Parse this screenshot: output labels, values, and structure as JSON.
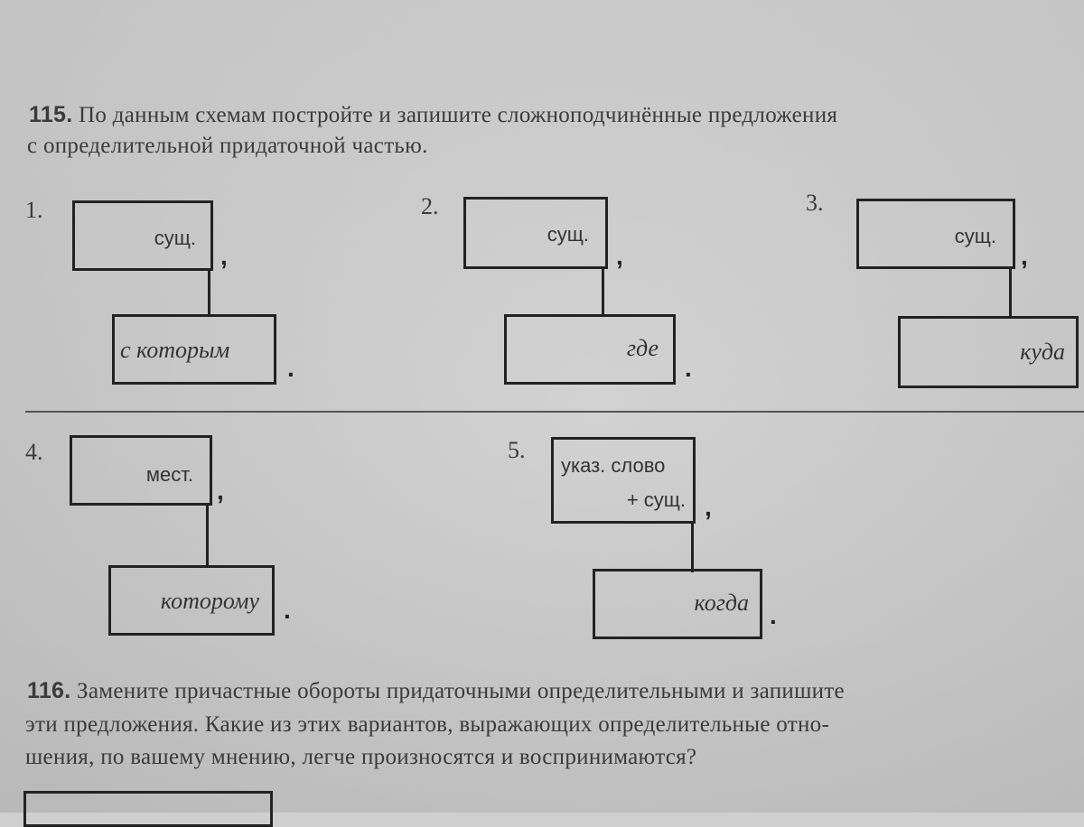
{
  "exercise_115": {
    "number": "115.",
    "line1": "По данным схемам постройте и запишите сложноподчинённые предложения",
    "line2": "с определительной придаточной частью."
  },
  "schemes": [
    {
      "number": "1.",
      "main": "сущ.",
      "sub": "с которым"
    },
    {
      "number": "2.",
      "main": "сущ.",
      "sub": "где"
    },
    {
      "number": "3.",
      "main": "сущ.",
      "sub": "куда"
    },
    {
      "number": "4.",
      "main": "мест.",
      "sub": "которому"
    },
    {
      "number": "5.",
      "main_line1": "указ. слово",
      "main_line2": "+ сущ.",
      "sub": "когда"
    }
  ],
  "punctuation": {
    "comma": ",",
    "period": "."
  },
  "exercise_116": {
    "number": "116.",
    "line1": "Замените причастные обороты придаточными определительными и запишите",
    "line2": "эти предложения. Какие из этих вариантов, выражающих определительные отно-",
    "line3": "шения, по вашему мнению, легче произносятся и воспринимаются?"
  }
}
